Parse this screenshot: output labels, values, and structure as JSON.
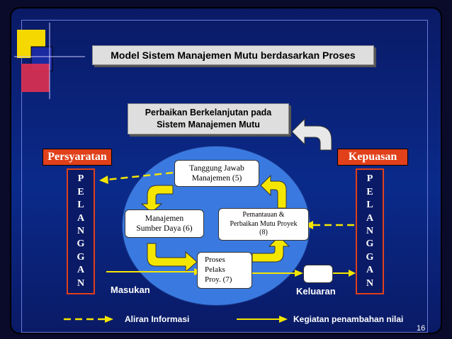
{
  "title": "Model Sistem Manajemen Mutu berdasarkan Proses",
  "improvement_box": [
    "Perbaikan Berkelanjutan pada",
    "Sistem Manajemen Mutu"
  ],
  "requirements_label": "Persyaratan",
  "satisfaction_label": "Kepuasan",
  "customer_letters": [
    "P",
    "E",
    "L",
    "A",
    "N",
    "G",
    "G",
    "A",
    "N"
  ],
  "process_boxes": {
    "responsibility": [
      "Tanggung Jawab",
      "Manajemen (5)"
    ],
    "resources": [
      "Manajemen",
      "Sumber Daya (6)"
    ],
    "measurement": [
      "Pemantauan &",
      "Perbaikan Mutu Proyek",
      "(8)"
    ],
    "realization": [
      "Proses",
      "Pelaks",
      "Proy. (7)"
    ]
  },
  "input_label": "Masukan",
  "output_label": "Keluaran",
  "legend": {
    "information_flow": "Aliran Informasi",
    "value_adding": "Kegiatan penambahan nilai"
  },
  "slide_number": "16",
  "colors": {
    "background": "#0a1a66",
    "accent_red": "#e0401a",
    "circle_blue": "#3a7ae0",
    "arrow_yellow": "#f5e600"
  }
}
